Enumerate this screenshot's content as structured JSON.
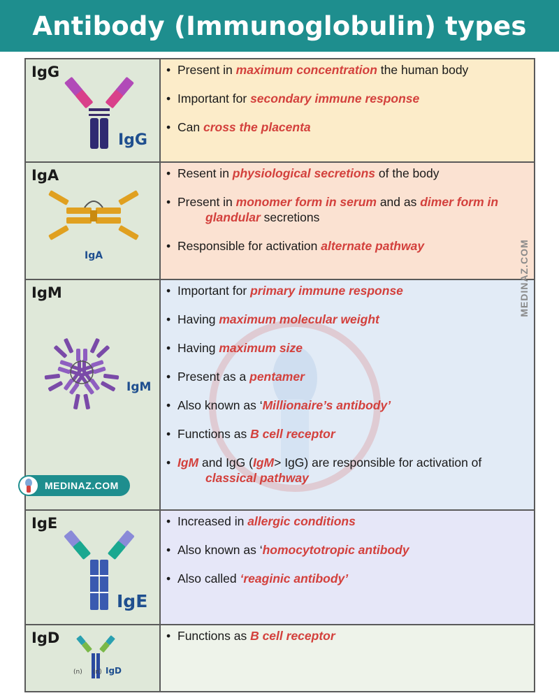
{
  "title": "Antibody (Immunoglobulin) types",
  "watermark": "MEDINAZ.COM",
  "badge_text": "MEDINAZ.COM",
  "colors": {
    "banner": "#1e8e8e",
    "highlight": "#d3403c",
    "igg_bg": "#fcecc9",
    "iga_bg": "#fbe2d2",
    "igm_bg": "#e2ebf6",
    "ige_bg": "#e6e7f8",
    "igd_bg": "#eef3ea"
  },
  "rows": [
    {
      "name": "IgG",
      "label": "IgG",
      "icon": "igg-antibody-icon",
      "bullets": [
        [
          {
            "t": "Present in "
          },
          {
            "t": "maximum concentration",
            "h": true
          },
          {
            "t": " the human body"
          }
        ],
        [
          {
            "t": "Important for "
          },
          {
            "t": "secondary immune response",
            "h": true
          }
        ],
        [
          {
            "t": "Can "
          },
          {
            "t": "cross the placenta",
            "h": true
          }
        ]
      ]
    },
    {
      "name": "IgA",
      "label": "IgA",
      "icon": "iga-antibody-icon",
      "bullets": [
        [
          {
            "t": "Resent in "
          },
          {
            "t": "physiological secretions",
            "h": true
          },
          {
            "t": " of the body"
          }
        ],
        [
          {
            "t": "Present in "
          },
          {
            "t": "monomer form in serum",
            "h": true
          },
          {
            "t": " and as "
          },
          {
            "t": "dimer form in",
            "h": true
          },
          {
            "br": true
          },
          {
            "t": "glandular",
            "h": true
          },
          {
            "t": " secretions"
          }
        ],
        [
          {
            "t": "Responsible for activation "
          },
          {
            "t": "alternate pathway",
            "h": true
          }
        ]
      ]
    },
    {
      "name": "IgM",
      "label": "IgM",
      "icon": "igm-pentamer-icon",
      "bullets": [
        [
          {
            "t": "Important for "
          },
          {
            "t": "primary immune response",
            "h": true
          }
        ],
        [
          {
            "t": "Having "
          },
          {
            "t": "maximum molecular weight",
            "h": true
          }
        ],
        [
          {
            "t": "Having "
          },
          {
            "t": "maximum size",
            "h": true
          }
        ],
        [
          {
            "t": "Present as a "
          },
          {
            "t": "pentamer",
            "h": true
          }
        ],
        [
          {
            "t": "Also known as ‘"
          },
          {
            "t": "Millionaire’s antibody’",
            "h": true
          }
        ],
        [
          {
            "t": "Functions as "
          },
          {
            "t": "B cell receptor",
            "h": true
          }
        ],
        [
          {
            "t": "IgM",
            "h": true
          },
          {
            "t": " and IgG ("
          },
          {
            "t": "IgM",
            "h": true
          },
          {
            "t": "> IgG) are responsible for activation of"
          },
          {
            "br": true
          },
          {
            "t": "classical pathway",
            "h": true
          }
        ]
      ]
    },
    {
      "name": "IgE",
      "label": "IgE",
      "icon": "ige-antibody-icon",
      "bullets": [
        [
          {
            "t": "Increased in "
          },
          {
            "t": "allergic conditions",
            "h": true
          }
        ],
        [
          {
            "t": "Also known as ‘"
          },
          {
            "t": "homocytotropic antibody",
            "h": true
          }
        ],
        [
          {
            "t": "Also called "
          },
          {
            "t": "‘reaginic antibody’",
            "h": true
          }
        ]
      ]
    },
    {
      "name": "IgD",
      "label": "IgD",
      "icon": "igd-antibody-icon",
      "small_marks": [
        "(n)",
        "(n)"
      ],
      "bullets": [
        [
          {
            "t": "Functions as "
          },
          {
            "t": "B cell receptor",
            "h": true
          }
        ]
      ]
    }
  ]
}
